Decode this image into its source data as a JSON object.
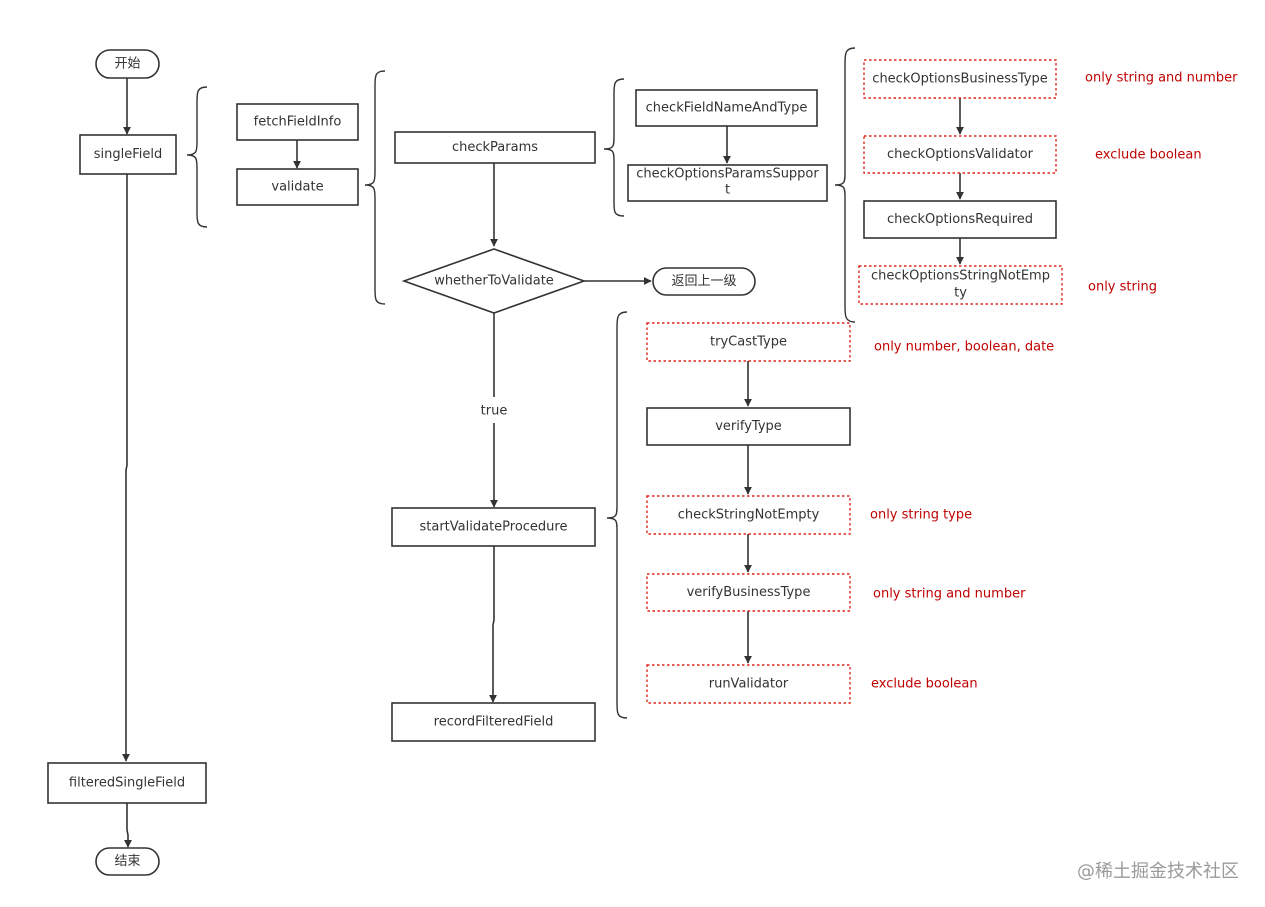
{
  "nodes": {
    "start": "开始",
    "single_field": "singleField",
    "fetch_field_info": "fetchFieldInfo",
    "validate": "validate",
    "check_params": "checkParams",
    "check_field_name_and_type": "checkFieldNameAndType",
    "check_options_params_support_line1": "checkOptionsParamsSuppor",
    "check_options_params_support_line2": "t",
    "check_options_business_type": "checkOptionsBusinessType",
    "check_options_validator": "checkOptionsValidator",
    "check_options_required": "checkOptionsRequired",
    "check_options_string_not_empty_line1": "checkOptionsStringNotEmp",
    "check_options_string_not_empty_line2": "ty",
    "whether_to_validate": "whetherToValidate",
    "return_up": "返回上一级",
    "try_cast_type": "tryCastType",
    "verify_type": "verifyType",
    "check_string_not_empty": "checkStringNotEmpty",
    "verify_business_type": "verifyBusinessType",
    "run_validator": "runValidator",
    "start_validate_procedure": "startValidateProcedure",
    "record_filtered_field": "recordFilteredField",
    "filtered_single_field": "filteredSingleField",
    "end": "结束"
  },
  "edges": {
    "true_label": "true"
  },
  "notes": {
    "business_type": "only string and number",
    "validator": "exclude boolean",
    "string_not_empty": "only string",
    "try_cast": "only number, boolean, date",
    "check_string": "only string type",
    "verify_business": "only string and number",
    "run_validator": "exclude boolean"
  },
  "watermark": "@稀土掘金技术社区",
  "colors": {
    "stroke": "#333333",
    "note": "#c00000",
    "dashed_border": "#e0261f",
    "background": "#ffffff"
  }
}
